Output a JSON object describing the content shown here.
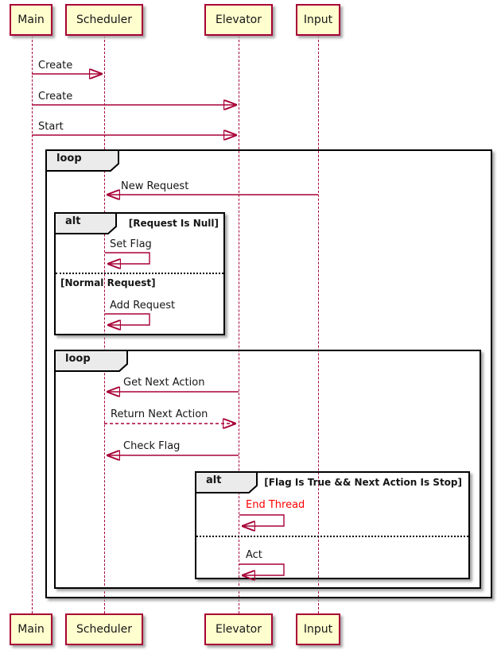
{
  "diagram": {
    "type": "uml-sequence-diagram",
    "participants": [
      {
        "name": "Main"
      },
      {
        "name": "Scheduler"
      },
      {
        "name": "Elevator"
      },
      {
        "name": "Input"
      }
    ],
    "frames": {
      "outer_loop": {
        "label": "loop"
      },
      "alt_request": {
        "label": "alt",
        "condition": "[Request Is Null]",
        "else_label": "[Normal Request]"
      },
      "inner_loop": {
        "label": "loop"
      },
      "alt_flag": {
        "label": "alt",
        "condition": "[Flag Is True && Next Action Is Stop]"
      }
    },
    "messages": {
      "create_scheduler": {
        "text": "Create",
        "from": "Main",
        "to": "Scheduler",
        "line": "solid"
      },
      "create_elevator": {
        "text": "Create",
        "from": "Main",
        "to": "Elevator",
        "line": "solid"
      },
      "start": {
        "text": "Start",
        "from": "Main",
        "to": "Elevator",
        "line": "solid"
      },
      "new_request": {
        "text": "New Request",
        "from": "Input",
        "to": "Scheduler",
        "line": "solid"
      },
      "set_flag": {
        "text": "Set Flag",
        "from": "Scheduler",
        "to": "Scheduler",
        "line": "solid"
      },
      "add_request": {
        "text": "Add Request",
        "from": "Scheduler",
        "to": "Scheduler",
        "line": "solid"
      },
      "get_next_action": {
        "text": "Get Next Action",
        "from": "Elevator",
        "to": "Scheduler",
        "line": "solid"
      },
      "return_next_action": {
        "text": "Return Next Action",
        "from": "Scheduler",
        "to": "Elevator",
        "line": "dashed"
      },
      "check_flag": {
        "text": "Check Flag",
        "from": "Elevator",
        "to": "Scheduler",
        "line": "solid"
      },
      "end_thread": {
        "text": "End Thread",
        "from": "Elevator",
        "to": "Elevator",
        "line": "solid"
      },
      "act": {
        "text": "Act",
        "from": "Elevator",
        "to": "Elevator",
        "line": "solid"
      }
    },
    "colors": {
      "participant_fill": "#FEFECE",
      "participant_border": "#A80036",
      "arrow": "#A80036",
      "lifeline": "#A80036",
      "frame_border": "#000000",
      "tab_fill": "#EBEBEB",
      "highlight_text": "#FF0000"
    }
  }
}
